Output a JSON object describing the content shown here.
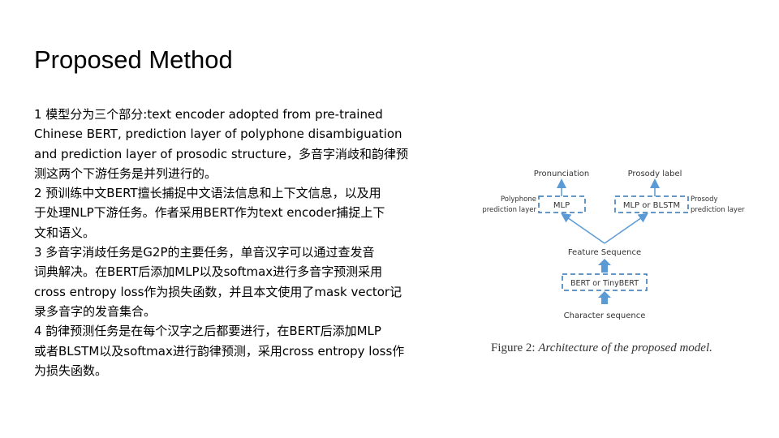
{
  "slide": {
    "title": "Proposed Method",
    "paragraphs": [
      {
        "lines": [
          "1 模型分为三个部分:text encoder adopted from pre-trained",
          "Chinese BERT, prediction layer of polyphone disambiguation",
          "and prediction layer of prosodic structure，多音字消歧和韵律预",
          "测这两个下游任务是并列进行的。"
        ]
      },
      {
        "lines": [
          "2 预训练中文BERT擅长捕捉中文语法信息和上下文信息，以及用",
          "于处理NLP下游任务。作者采用BERT作为text encoder捕捉上下",
          "文和语义。"
        ]
      },
      {
        "lines": [
          "3  多音字消歧任务是G2P的主要任务，单音汉字可以通过查发音",
          "词典解决。在BERT后添加MLP以及softmax进行多音字预测采用",
          "cross entropy loss作为损失函数，并且本文使用了mask vector记",
          "录多音字的发音集合。"
        ]
      },
      {
        "lines": [
          "4 韵律预测任务是在每个汉字之后都要进行，在BERT后添加MLP",
          "或者BLSTM以及softmax进行韵律预测，采用cross entropy loss作",
          "为损失函数。"
        ]
      }
    ]
  },
  "figure": {
    "pronunciation": "Pronunciation",
    "prosody_label": "Prosody label",
    "polyphone_line1": "Polyphone",
    "polyphone_line2": "prediction layer",
    "mlp": "MLP",
    "mlp_or_blstm": "MLP or BLSTM",
    "prosody_line1": "Prosody",
    "prosody_line2": "prediction layer",
    "feature_sequence": "Feature Sequence",
    "bert_box": "BERT or TinyBERT",
    "character_sequence": "Character sequence",
    "caption_prefix": "Figure 2:",
    "caption_body": "Architecture of the proposed model.",
    "colors": {
      "arrow": "#5b9bd5",
      "box_border": "#2e75b6",
      "text": "#333333"
    }
  }
}
